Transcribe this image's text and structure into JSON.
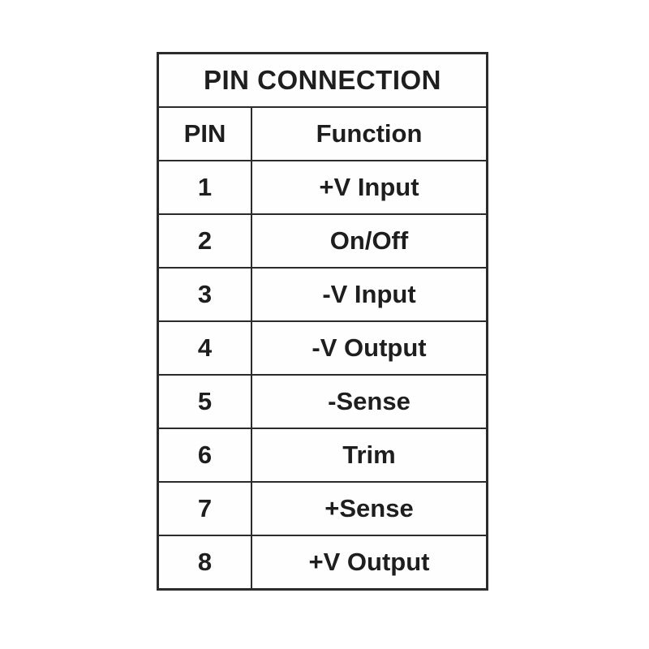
{
  "table": {
    "title": "PIN CONNECTION",
    "headers": {
      "pin": "PIN",
      "function": "Function"
    },
    "rows": [
      {
        "pin": "1",
        "function": "+V Input"
      },
      {
        "pin": "2",
        "function": "On/Off"
      },
      {
        "pin": "3",
        "function": "-V Input"
      },
      {
        "pin": "4",
        "function": "-V Output"
      },
      {
        "pin": "5",
        "function": "-Sense"
      },
      {
        "pin": "6",
        "function": "Trim"
      },
      {
        "pin": "7",
        "function": "+Sense"
      },
      {
        "pin": "8",
        "function": "+V Output"
      }
    ]
  },
  "colors": {
    "border": "#2b2b2b",
    "text": "#1e1e1e",
    "background": "#ffffff"
  }
}
